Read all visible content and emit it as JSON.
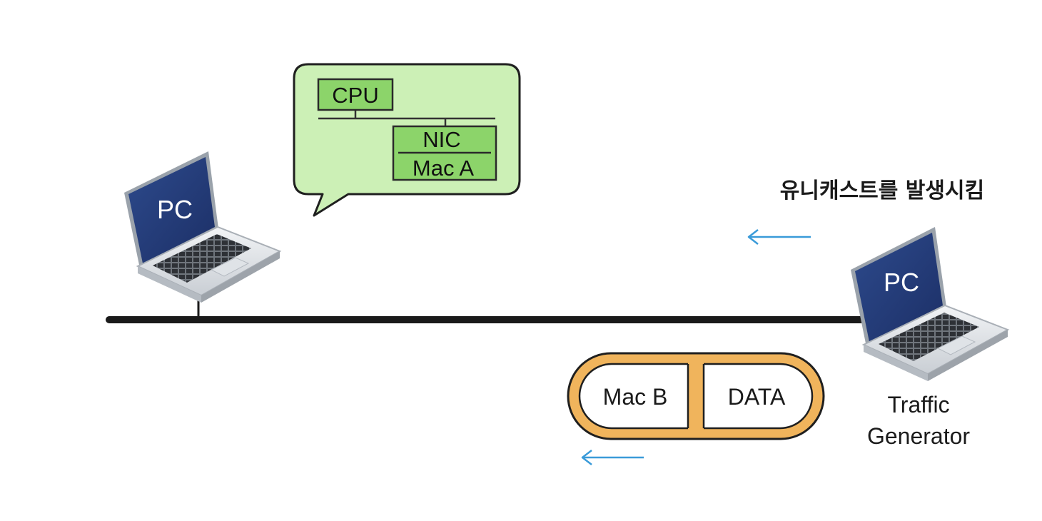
{
  "diagram": {
    "left_pc": {
      "label": "PC"
    },
    "right_pc": {
      "label": "PC",
      "caption_line1": "Traffic",
      "caption_line2": "Generator"
    },
    "callout": {
      "cpu": "CPU",
      "nic": "NIC",
      "mac": "Mac A"
    },
    "packet": {
      "dest_mac": "Mac B",
      "payload": "DATA"
    },
    "action_text": "유니캐스트를 발생시킴"
  },
  "colors": {
    "screen": "#233a78",
    "callout_fill": "#ccf0b6",
    "box_fill": "#8cd46a",
    "packet_border": "#f0b45c",
    "arrow": "#3a9bd9",
    "bus": "#1a1a1a"
  }
}
